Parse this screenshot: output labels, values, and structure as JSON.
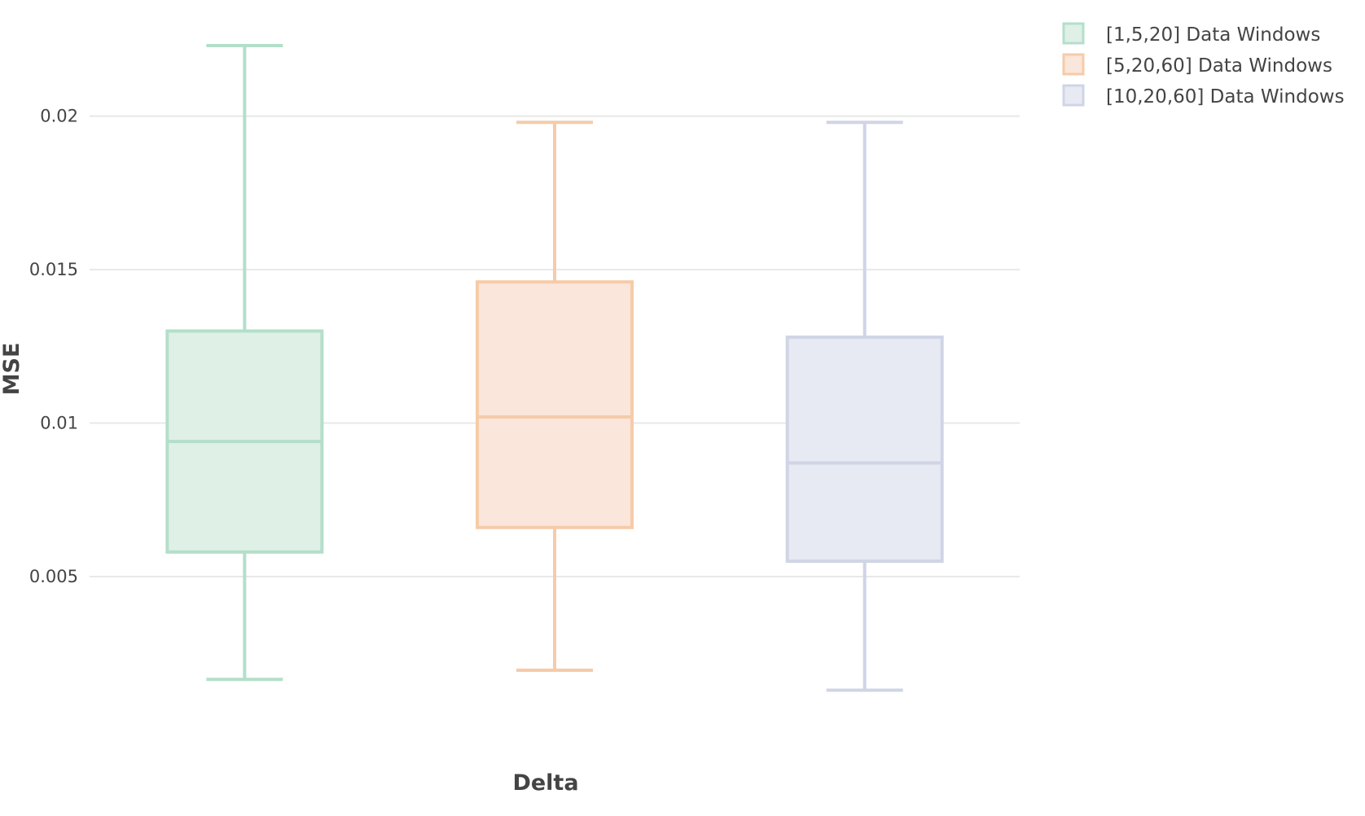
{
  "chart_data": {
    "type": "box",
    "title": "",
    "xlabel": "Delta",
    "ylabel": "MSE",
    "ylim": [
      0,
      0.0245
    ],
    "y_ticks": [
      {
        "value": 0.005,
        "label": "0.005"
      },
      {
        "value": 0.01,
        "label": "0.01"
      },
      {
        "value": 0.015,
        "label": "0.015"
      },
      {
        "value": 0.02,
        "label": "0.02"
      }
    ],
    "grid": true,
    "legend_position": "top-right",
    "series": [
      {
        "name": "[1,5,20] Data Windows",
        "color": "#b3dfca",
        "fill": "#dff0e7",
        "min": 0.00165,
        "q1": 0.0058,
        "median": 0.0094,
        "q3": 0.013,
        "max": 0.0223
      },
      {
        "name": "[5,20,60] Data Windows",
        "color": "#f6cba9",
        "fill": "#fae6da",
        "min": 0.00195,
        "q1": 0.0066,
        "median": 0.0102,
        "q3": 0.0146,
        "max": 0.0198
      },
      {
        "name": "[10,20,60] Data Windows",
        "color": "#cfd5e5",
        "fill": "#e7eaf3",
        "min": 0.0013,
        "q1": 0.0055,
        "median": 0.0087,
        "q3": 0.0128,
        "max": 0.0198
      }
    ]
  }
}
